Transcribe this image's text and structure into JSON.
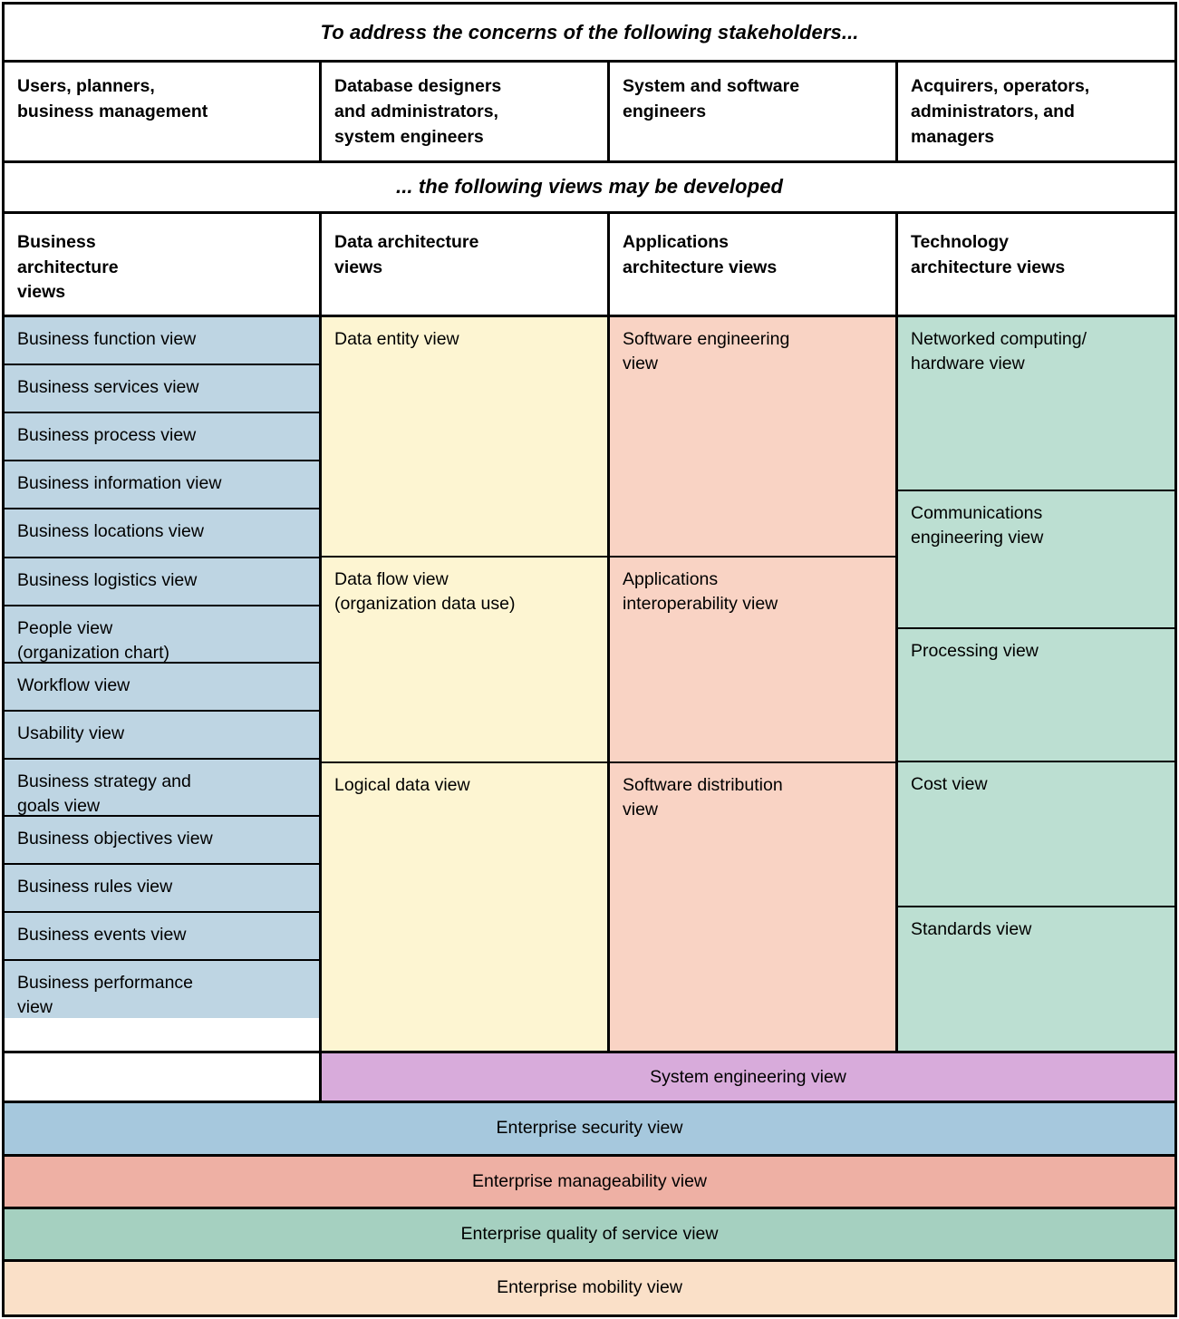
{
  "header": {
    "title": "To address the concerns of the following stakeholders...",
    "subtitle": "... the following views may be developed"
  },
  "stakeholders": [
    "Users, planners,\nbusiness management",
    "Database designers\nand administrators,\nsystem engineers",
    "System and software\nengineers",
    "Acquirers, operators,\nadministrators, and\nmanagers"
  ],
  "column_headers": [
    "Business\narchitecture\nviews",
    "Data architecture\nviews",
    "Applications\narchitecture views",
    "Technology\narchitecture views"
  ],
  "colors": {
    "business": "#bed5e3",
    "data": "#fdf5d2",
    "applications": "#f9d3c4",
    "technology": "#bcdfd2",
    "system_engineering": "#d8abdb",
    "enterprise_security": "#a6c8dd",
    "enterprise_manageability": "#eeb0a4",
    "enterprise_quality_of_service": "#a5d0c0",
    "enterprise_mobility": "#fae0c8"
  },
  "columns": {
    "business": [
      "Business function view",
      "Business services view",
      "Business process view",
      "Business information view",
      "Business locations view",
      "Business logistics view",
      "People view\n(organization chart)",
      "Workflow view",
      "Usability view",
      "Business strategy and\ngoals view",
      "Business objectives view",
      "Business rules view",
      "Business events view",
      "Business performance\nview"
    ],
    "data": [
      "Data entity view",
      "Data flow view\n(organization data use)",
      "Logical data view"
    ],
    "applications": [
      "Software engineering\nview",
      "Applications\ninteroperability view",
      "Software distribution\nview"
    ],
    "technology": [
      "Networked computing/\nhardware view",
      "Communications\nengineering view",
      "Processing view",
      "Cost view",
      "Standards view"
    ]
  },
  "system_engineering_row": {
    "label": "System engineering view"
  },
  "enterprise_bands": [
    "Enterprise security view",
    "Enterprise manageability view",
    "Enterprise quality of service view",
    "Enterprise mobility view"
  ]
}
